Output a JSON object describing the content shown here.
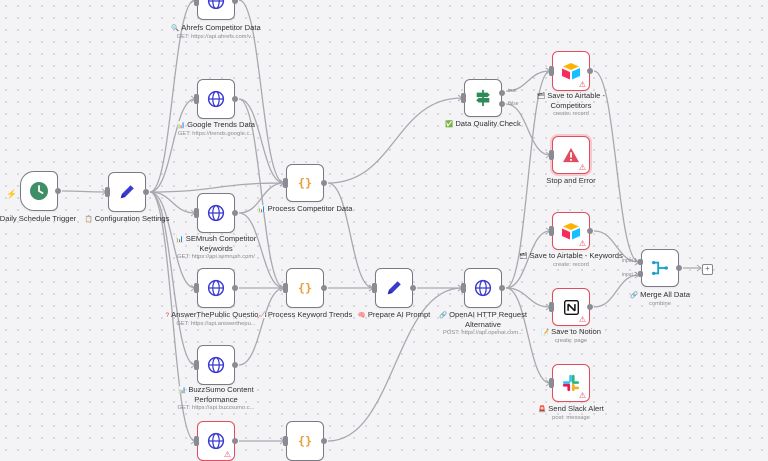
{
  "canvas": {
    "background": "#f4f4f6",
    "edge_color": "#a8a8b0"
  },
  "nodes": {
    "trigger": {
      "title": "Daily Schedule Trigger",
      "subtitle": "",
      "icon": "clock-icon"
    },
    "config": {
      "title": "Configuration Settings",
      "subtitle": "",
      "icon": "pencil-icon"
    },
    "ahrefs": {
      "title": "Ahrefs Competitor Data",
      "subtitle": "GET: https://api.ahrefs.com/v...",
      "icon": "globe-icon"
    },
    "google": {
      "title": "Google Trends Data",
      "subtitle": "GET: https://trends.google.c...",
      "icon": "globe-icon"
    },
    "semrush": {
      "title": "SEMrush Competitor Keywords",
      "subtitle": "GET: https://api.semrush.com/",
      "icon": "globe-icon"
    },
    "answerthepublic": {
      "title": "AnswerThePublic Questions",
      "subtitle": "GET: https://api.answerthepu...",
      "icon": "globe-icon"
    },
    "buzzsumo": {
      "title": "BuzzSumo Content Performance",
      "subtitle": "GET: https://api.buzzsumo.c...",
      "icon": "globe-icon"
    },
    "process_competitor": {
      "title": "Process Competitor Data",
      "subtitle": "",
      "icon": "braces-icon"
    },
    "process_keyword": {
      "title": "Process Keyword Trends",
      "subtitle": "",
      "icon": "braces-icon"
    },
    "prepare_ai": {
      "title": "Prepare AI Prompt",
      "subtitle": "",
      "icon": "pencil-icon"
    },
    "quality_check": {
      "title": "Data Quality Check",
      "subtitle": "",
      "icon": "signpost-icon"
    },
    "openai": {
      "title": "OpenAI HTTP Request Alternative",
      "subtitle": "POST: https://api.openai.com...",
      "icon": "globe-icon"
    },
    "airtable_comp": {
      "title": "Save to Airtable - Competitors",
      "subtitle": "create: record",
      "icon": "airtable-icon"
    },
    "stop_error": {
      "title": "Stop and Error",
      "subtitle": "",
      "icon": "warning-icon"
    },
    "airtable_kw": {
      "title": "Save to Airtable - Keywords",
      "subtitle": "create: record",
      "icon": "airtable-icon"
    },
    "notion": {
      "title": "Save to Notion",
      "subtitle": "create: page",
      "icon": "notion-icon"
    },
    "slack": {
      "title": "Send Slack Alert",
      "subtitle": "post: message",
      "icon": "slack-icon"
    },
    "merge": {
      "title": "Merge All Data",
      "subtitle": "combine",
      "icon": "merge-icon"
    },
    "bottom_http": {
      "title": "",
      "subtitle": "",
      "icon": "globe-icon"
    },
    "bottom_code": {
      "title": "",
      "subtitle": "",
      "icon": "braces-icon"
    }
  },
  "edge_labels": {
    "true": "true",
    "false": "false",
    "input1": "input 1",
    "input2": "input 2"
  }
}
